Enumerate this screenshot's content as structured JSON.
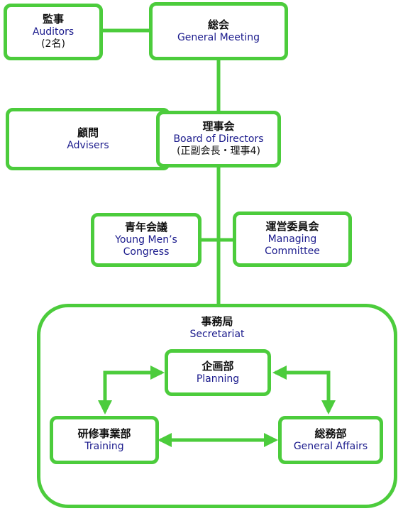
{
  "colors": {
    "line": "#4ccc3c",
    "text_jp": "#111111",
    "text_en": "#1a1a8c"
  },
  "nodes": {
    "auditors": {
      "jp": "監事",
      "en": "Auditors",
      "sub": "(2名)"
    },
    "general_meeting": {
      "jp": "総会",
      "en": "General Meeting"
    },
    "advisers": {
      "jp": "顧問",
      "en": "Advisers"
    },
    "board": {
      "jp": "理事会",
      "en": "Board of Directors",
      "sub": "(正副会長・理事4)"
    },
    "young_congress": {
      "jp": "青年会議",
      "en": "Young Men’s",
      "en2": "Congress"
    },
    "managing_committee": {
      "jp": "運営委員会",
      "en": "Managing",
      "en2": "Committee"
    },
    "secretariat": {
      "jp": "事務局",
      "en": "Secretariat"
    },
    "planning": {
      "jp": "企画部",
      "en": "Planning"
    },
    "training": {
      "jp": "研修事業部",
      "en": "Training"
    },
    "general_affairs": {
      "jp": "総務部",
      "en": "General Affairs"
    }
  }
}
